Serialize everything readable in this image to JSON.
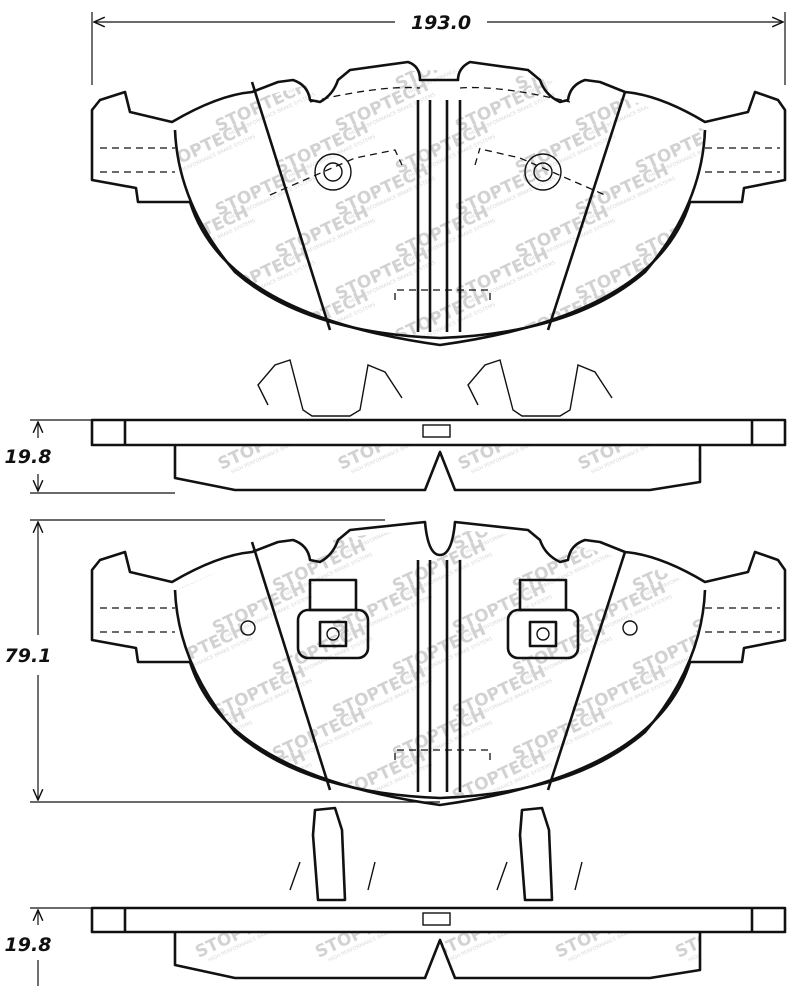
{
  "dimensions": {
    "width": "193.0",
    "thickness_top": "19.8",
    "height": "79.1",
    "thickness_bottom": "19.8"
  },
  "watermark": {
    "brand": "STOPTECH",
    "tagline": "HIGH PERFORMANCE BRAKE SYSTEMS"
  }
}
